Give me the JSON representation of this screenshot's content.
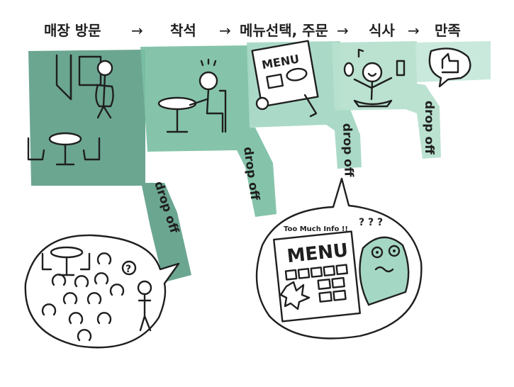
{
  "stages": [
    {
      "label": "매장 방문"
    },
    {
      "label": "착석"
    },
    {
      "label": "메뉴선택, 주문"
    },
    {
      "label": "식사"
    },
    {
      "label": "만족"
    }
  ],
  "arrow_glyph": "→",
  "drop_off_label": "drop off",
  "menu_sign_label": "MENU",
  "menu_board_label": "MENU",
  "too_much_info_label": "Too Much Info !!",
  "confused_marks": "? ? ?",
  "question_mark": "?",
  "colors": {
    "teal_dark": "#5e9e88",
    "teal_mid": "#7bbfa4",
    "teal_light": "#a5d8c4",
    "teal_pale": "#c6e8da",
    "ink": "#1f1f1f"
  }
}
